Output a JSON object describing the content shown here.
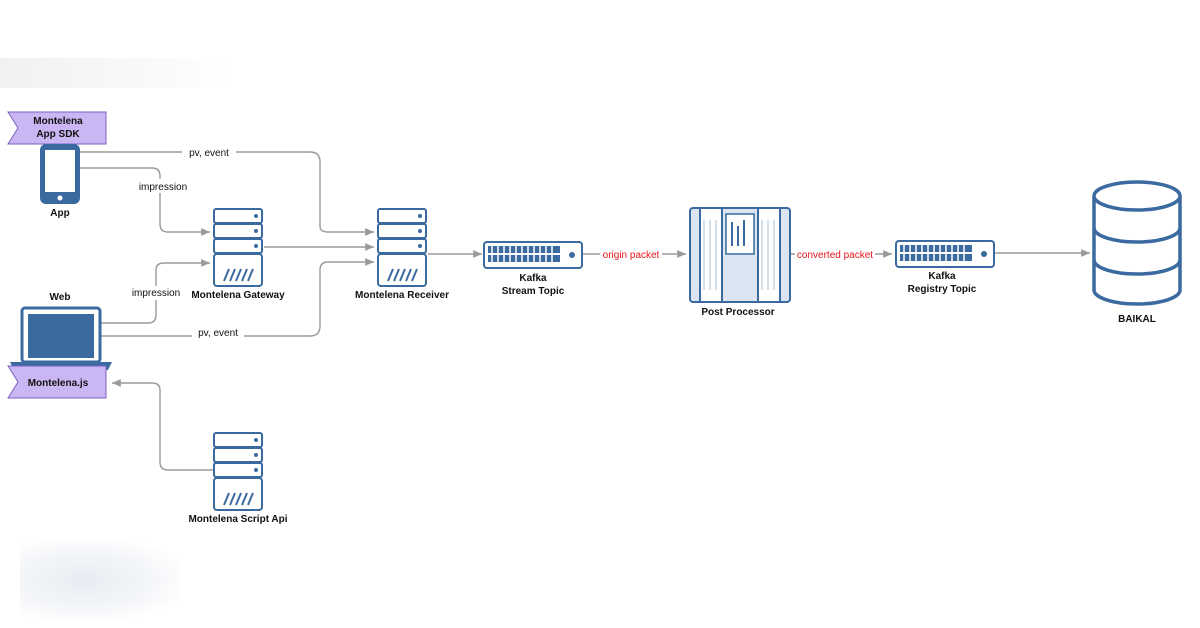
{
  "nodes": {
    "sdk_flag": {
      "line1": "Montelena",
      "line2": "App SDK"
    },
    "app": "App",
    "web": "Web",
    "js_flag": "Montelena.js",
    "gateway": "Montelena Gateway",
    "receiver": "Montelena Receiver",
    "script_api": "Montelena Script Api",
    "stream_topic": {
      "line1": "Kafka",
      "line2": "Stream Topic"
    },
    "post_processor": "Post Processor",
    "registry_topic": {
      "line1": "Kafka",
      "line2": "Registry Topic"
    },
    "baikal": "BAIKAL"
  },
  "edges": {
    "app_pv_event": "pv, event",
    "app_impression": "impression",
    "web_impression": "impression",
    "web_pv_event": "pv, event",
    "origin_packet": "origin packet",
    "converted_packet": "converted packet"
  },
  "colors": {
    "device_stroke": "#3b6aa0",
    "flag_fill": "#c9b6f2",
    "highlight_text": "#e8141b",
    "wire": "#9a9a9a"
  }
}
